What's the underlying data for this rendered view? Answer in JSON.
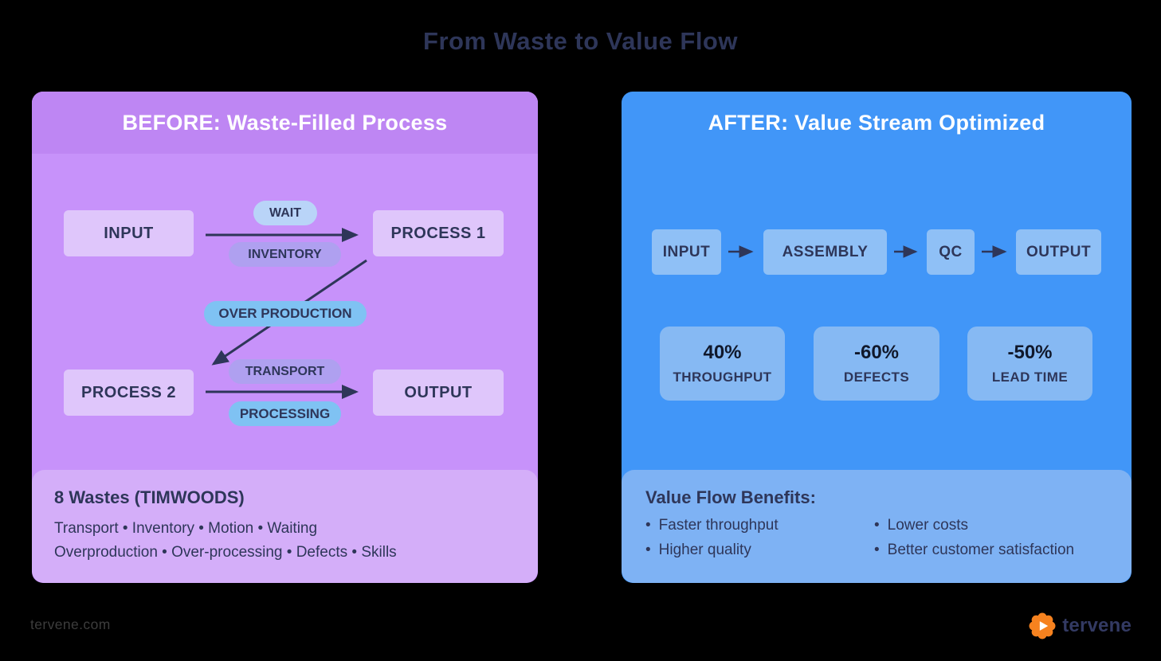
{
  "title": "From Waste to Value Flow",
  "before": {
    "header": "BEFORE: Waste-Filled Process",
    "nodes": {
      "input": "INPUT",
      "process1": "PROCESS 1",
      "process2": "PROCESS 2",
      "output": "OUTPUT"
    },
    "waste_tags": {
      "wait": "WAIT",
      "inventory": "INVENTORY",
      "overproduction": "OVER PRODUCTION",
      "transport": "TRANSPORT",
      "processing": "PROCESSING"
    },
    "summary": {
      "heading": "8 Wastes (TIMWOODS)",
      "line1": "Transport • Inventory • Motion • Waiting",
      "line2": "Overproduction • Over-processing • Defects • Skills"
    }
  },
  "after": {
    "header": "AFTER: Value Stream Optimized",
    "nodes": {
      "input": "INPUT",
      "assembly": "ASSEMBLY",
      "qc": "QC",
      "output": "OUTPUT"
    },
    "metrics": [
      {
        "value": "40%",
        "label": "THROUGHPUT"
      },
      {
        "value": "-60%",
        "label": "DEFECTS"
      },
      {
        "value": "-50%",
        "label": "LEAD TIME"
      }
    ],
    "benefits": {
      "heading": "Value Flow Benefits:",
      "bullet": "•",
      "col1": [
        "Faster throughput",
        "Higher quality"
      ],
      "col2": [
        "Lower costs",
        "Better customer satisfaction"
      ]
    }
  },
  "footer": {
    "site": "tervene.com",
    "brand": "tervene"
  },
  "colors": {
    "bg": "#000000",
    "navy": "#2E3659",
    "panel_purple": "#C792FA",
    "panel_purple_header": "#BE86F3",
    "panel_purple_light": "#D4AEF9",
    "box_lavender": "#DFC6FB",
    "pill_lightblue": "#B9D4F8",
    "pill_periwinkle": "#AFA0F0",
    "pill_blue": "#7FC2F3",
    "panel_blue": "#4196F8",
    "box_blue": "#8FC0F6",
    "card_blue": "#86B9F3",
    "panel_blue_light": "#7EB2F4",
    "metric_number": "#10182B",
    "footer_gray": "#3D3D3D",
    "orange": "#F6821F",
    "wordmark_navy": "#333A63"
  }
}
